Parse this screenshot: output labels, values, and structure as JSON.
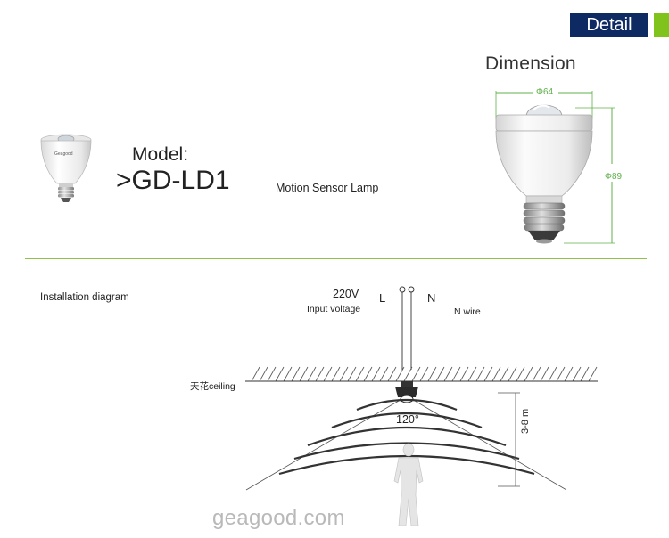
{
  "header": {
    "detail_tab": "Detail"
  },
  "dimension": {
    "title": "Dimension",
    "diameter": "Φ64",
    "height": "Φ89"
  },
  "model": {
    "label": "Model:",
    "value": ">GD-LD1"
  },
  "product": {
    "name": "Motion Sensor Lamp",
    "bulb_brand": "Geagood"
  },
  "installation": {
    "title": "Installation diagram",
    "voltage": "220V",
    "voltage_sub": "Input voltage",
    "L": "L",
    "N": "N",
    "n_wire": "N wire",
    "ceiling": "天花ceiling",
    "angle": "120°",
    "range": "3-8 m"
  },
  "watermark": "geagood.com",
  "colors": {
    "navy": "#0e2a63",
    "green": "#7fc31c",
    "dim_green": "#5fb14a",
    "divider": "#8fc24a"
  }
}
